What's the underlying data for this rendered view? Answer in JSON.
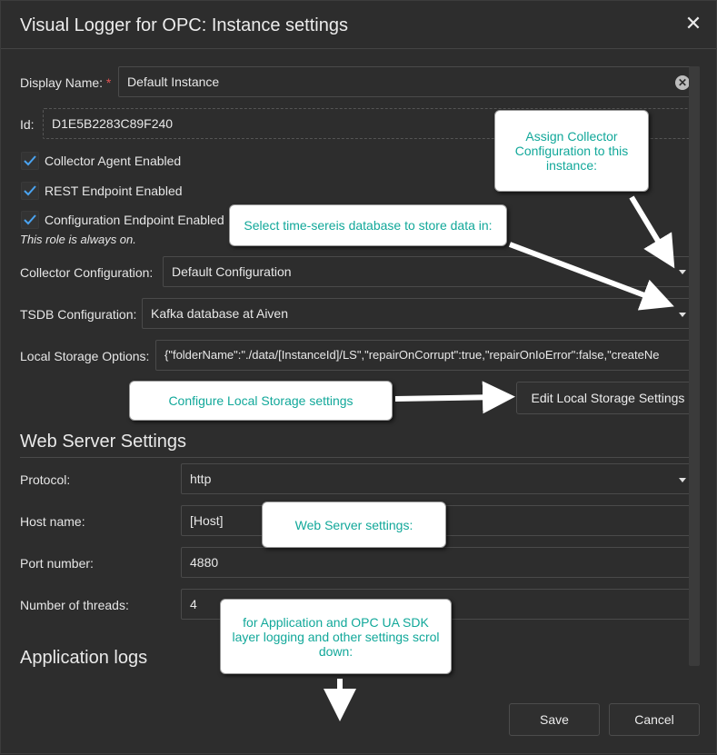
{
  "window": {
    "title": "Visual Logger for OPC: Instance settings",
    "close_icon": "close-icon"
  },
  "form": {
    "display_name_label": "Display Name:",
    "required_mark": "*",
    "display_name_value": "Default Instance",
    "id_label": "Id:",
    "id_value": "D1E5B2283C89F240",
    "checkboxes": [
      {
        "label": "Collector Agent Enabled",
        "checked": true
      },
      {
        "label": "REST Endpoint Enabled",
        "checked": true
      },
      {
        "label": "Configuration Endpoint Enabled",
        "checked": true
      }
    ],
    "role_note": "This role is always on.",
    "collector_label": "Collector Configuration:",
    "collector_value": "Default Configuration",
    "tsdb_label": "TSDB Configuration:",
    "tsdb_value": "Kafka database at Aiven",
    "local_storage_label": "Local Storage Options:",
    "local_storage_value": "{\"folderName\":\"./data/[InstanceId]/LS\",\"repairOnCorrupt\":true,\"repairOnIoError\":false,\"createNe",
    "edit_local_storage_button": "Edit Local Storage Settings"
  },
  "web_server": {
    "heading": "Web Server Settings",
    "protocol_label": "Protocol:",
    "protocol_value": "http",
    "host_label": "Host name:",
    "host_value": "[Host]",
    "port_label": "Port number:",
    "port_value": "4880",
    "threads_label": "Number of threads:",
    "threads_value": "4"
  },
  "app_logs": {
    "heading": "Application logs"
  },
  "footer": {
    "save_label": "Save",
    "cancel_label": "Cancel"
  },
  "callouts": {
    "assign_collector": "Assign Collector Configuration to this instance:",
    "select_tsdb": "Select time-sereis database to store data in:",
    "configure_local_storage": "Configure Local Storage settings",
    "web_server_settings": "Web Server settings:",
    "app_logging": "for Application and OPC UA SDK layer logging and other settings scrol down:"
  },
  "colors": {
    "background": "#2d2d2d",
    "callout_text": "#12a89a",
    "checkbox_accent": "#4aa3f0",
    "required": "#e05252"
  }
}
